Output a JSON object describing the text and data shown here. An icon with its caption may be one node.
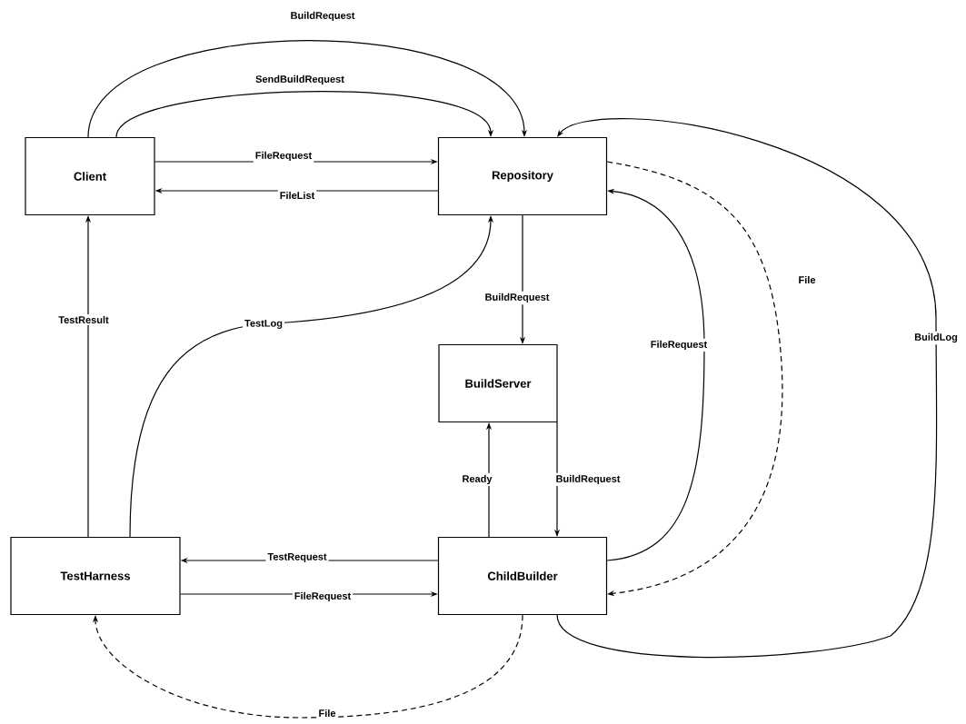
{
  "diagram": {
    "nodes": [
      {
        "text": [
          "Client"
        ]
      },
      {
        "text": [
          "Repository"
        ]
      },
      {
        "text": [
          "BuildServer"
        ]
      },
      {
        "text": [
          "TestHarness"
        ]
      },
      {
        "text": [
          "ChildBuilder"
        ]
      }
    ],
    "edges": [
      {
        "from": 0,
        "to": 1,
        "arrow": "to",
        "label": "BuildRequest"
      },
      {
        "from": 0,
        "to": 1,
        "arrow": "to",
        "label": "SendBuildRequest"
      },
      {
        "from": 0,
        "to": 1,
        "arrow": "to",
        "label": "FileRequest"
      },
      {
        "from": 1,
        "to": 0,
        "arrow": "to",
        "label": "FileList"
      },
      {
        "from": 1,
        "to": 2,
        "arrow": "to",
        "label": "BuildRequest"
      },
      {
        "from": 2,
        "to": 4,
        "arrow": "to",
        "label": "BuildRequest"
      },
      {
        "from": 4,
        "to": 2,
        "arrow": "to",
        "label": "Ready"
      },
      {
        "from": 4,
        "to": 3,
        "arrow": "to",
        "label": "TestRequest"
      },
      {
        "from": 3,
        "to": 4,
        "arrow": "to",
        "label": "FileRequest"
      },
      {
        "from": 3,
        "to": 0,
        "arrow": "to",
        "label": "TestResult"
      },
      {
        "from": 3,
        "to": 1,
        "arrow": "to",
        "label": "TestLog"
      },
      {
        "from": 4,
        "to": 1,
        "arrow": "to",
        "label": "FileRequest"
      },
      {
        "from": 1,
        "to": 4,
        "arrow": "to",
        "label": "File",
        "style": "dashed"
      },
      {
        "from": 4,
        "to": 1,
        "arrow": "to",
        "label": "BuildLog"
      },
      {
        "from": 4,
        "to": 3,
        "arrow": "to",
        "label": "File",
        "style": "dashed"
      }
    ]
  }
}
